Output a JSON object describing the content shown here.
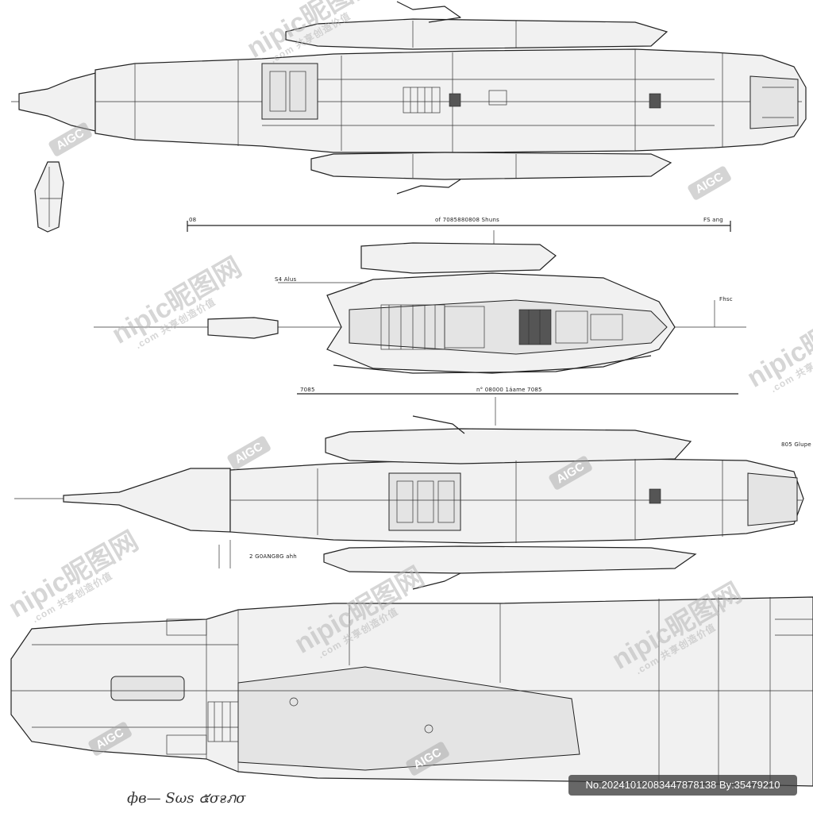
{
  "labels": {
    "top_ruler_left": "08",
    "top_ruler_center": "of 7085880808 Shuns",
    "top_ruler_right": "FS ang",
    "side_left": "S4 Alus",
    "side_right": "Fhsc",
    "mid_ruler_left": "7085",
    "mid_ruler_center": "n° 08000 1áame 7085",
    "third_right": "805 Glupe",
    "third_bottom": "2 G0ANG8G ahh"
  },
  "signature": "фв— Sωѕ ๕σғภσ",
  "image_id": "No.20241012083447878138 By:35479210",
  "watermarks": {
    "brand": "nipic昵图网",
    "sub": ".com 共享创造价值",
    "ai": "AIGC"
  }
}
